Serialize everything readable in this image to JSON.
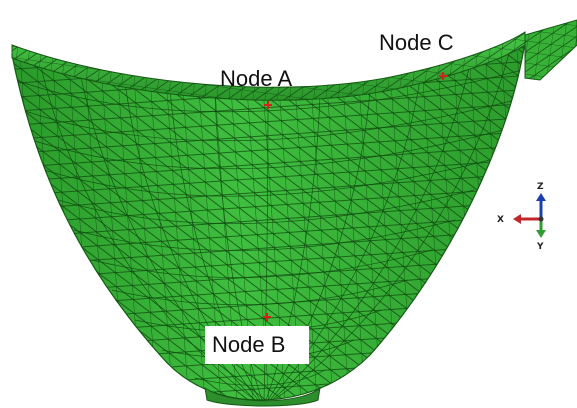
{
  "nodes": [
    {
      "id": "a",
      "label": "Node A"
    },
    {
      "id": "b",
      "label": "Node B"
    },
    {
      "id": "c",
      "label": "Node C"
    }
  ],
  "triad": {
    "z": "Z",
    "x": "X",
    "y": "Y"
  },
  "colors": {
    "mesh_fill": "#37b237",
    "mesh_lines": "#0f4a0f",
    "node_marker": "#d3221c",
    "axis_z": "#1a3fb0",
    "axis_x": "#c0262a",
    "axis_y": "#2f9e2f"
  }
}
